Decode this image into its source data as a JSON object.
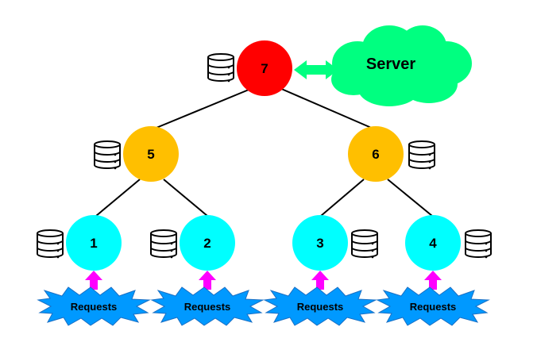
{
  "colors": {
    "root": "#ff0000",
    "mid": "#ffbf00",
    "leaf": "#00ffff",
    "server": "#00ff80",
    "link_arrow": "#00ff80",
    "request_arrow": "#ff00ff",
    "burst": "#0099ff",
    "edge": "#000000"
  },
  "icons": {
    "cache": "database-icon",
    "request": "starburst-icon",
    "arrow_up": "arrow-up-icon",
    "arrow_double": "double-arrow-icon",
    "server": "cloud-icon"
  },
  "root": {
    "label": "7"
  },
  "server": {
    "label": "Server"
  },
  "mid_nodes": [
    {
      "label": "5"
    },
    {
      "label": "6"
    }
  ],
  "leaf_nodes": [
    {
      "label": "1",
      "request": "Requests"
    },
    {
      "label": "2",
      "request": "Requests"
    },
    {
      "label": "3",
      "request": "Requests"
    },
    {
      "label": "4",
      "request": "Requests"
    }
  ]
}
